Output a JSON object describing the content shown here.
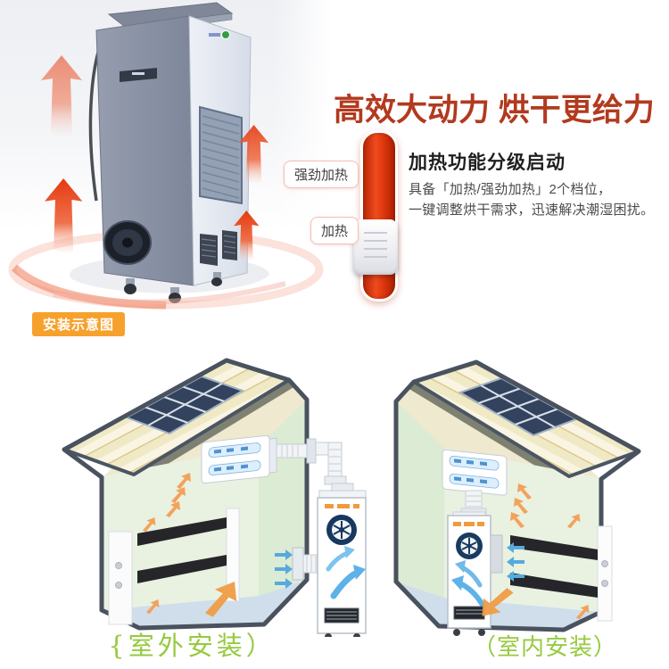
{
  "hero": {
    "headline": "高效大动力 烘干更给力",
    "slider": {
      "strong_label": "强劲加热",
      "heat_label": "加热"
    },
    "feature": {
      "title": "加热功能分级启动",
      "desc_line1": "具备「加热/强劲加热」2个档位，",
      "desc_line2": "一键调整烘干需求，迅速解决潮湿困扰。"
    }
  },
  "install": {
    "badge_label": "安装示意图",
    "outdoor_caption": "{室外安装）",
    "indoor_caption": "（室内安装）"
  },
  "colors": {
    "headline_red": "#b23a1f",
    "slider_red": "#e23a10",
    "badge_orange": "#f7a12d",
    "caption_green": "#96ca40",
    "arrow_red": "#e84a22",
    "roof_cream": "#f9f5e2",
    "wall_green": "#e9f1e1",
    "floor_blue": "#cfdeea",
    "solar_blue": "#33435e"
  }
}
